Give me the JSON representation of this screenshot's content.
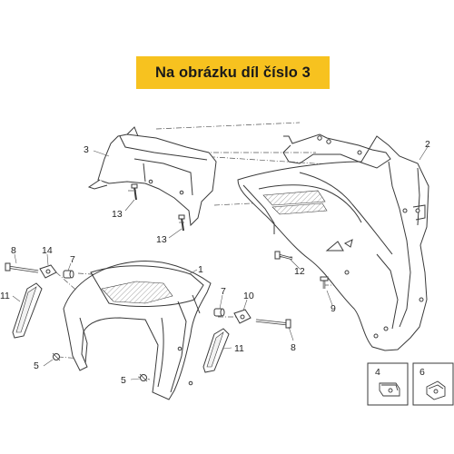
{
  "banner": {
    "text": "Na obrázku díl číslo 3"
  },
  "callouts": [
    "1",
    "2",
    "3",
    "4",
    "5",
    "5",
    "6",
    "7",
    "7",
    "8",
    "8",
    "9",
    "10",
    "11",
    "11",
    "12",
    "13",
    "13",
    "14"
  ],
  "colors": {
    "banner_bg": "#f7c21f",
    "line": "#3a3a3a",
    "fill": "#ffffff"
  }
}
